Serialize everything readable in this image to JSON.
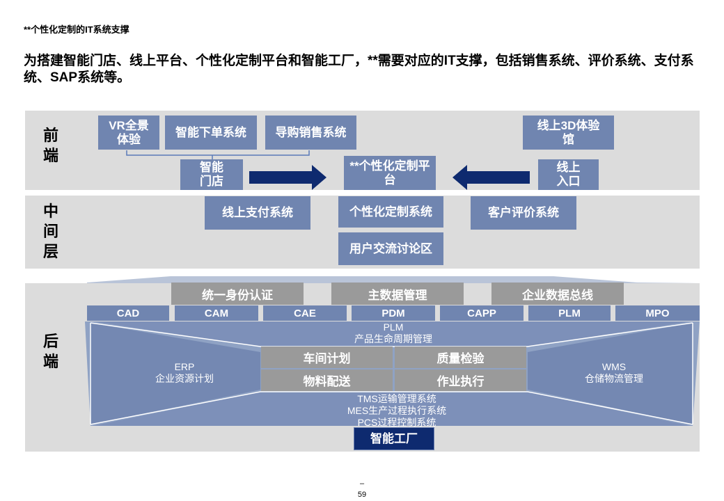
{
  "header": {
    "subtitle": "**个性化定制的IT系统支撑",
    "headline": "为搭建智能门店、线上平台、个性化定制平台和智能工厂，**需要对应的IT支撑，包括销售系统、评价系统、支付系统、SAP系统等。"
  },
  "front": {
    "label": "前端",
    "vr": "VR全景体验",
    "order": "智能下单系统",
    "guide": "导购销售系统",
    "online3d": "线上3D体验馆",
    "store": "智能门店",
    "platform": "**个性化定制平台",
    "entry": "线上入口"
  },
  "middle": {
    "label": "中间层",
    "pay": "线上支付系统",
    "custom": "个性化定制系统",
    "review": "客户评价系统",
    "forum": "用户交流讨论区"
  },
  "back": {
    "label": "后端",
    "top_bars": [
      "统一身份认证",
      "主数据管理",
      "企业数据总线"
    ],
    "tools": [
      "CAD",
      "CAM",
      "CAE",
      "PDM",
      "CAPP",
      "PLM",
      "MPO"
    ],
    "plm_title": "PLM",
    "plm_sub": "产品生命周期管理",
    "erp_title": "ERP",
    "erp_sub": "企业资源计划",
    "wms_title": "WMS",
    "wms_sub": "仓储物流管理",
    "modules": [
      "车间计划",
      "质量检验",
      "物料配送",
      "作业执行"
    ],
    "tms": "TMS运输管理系统",
    "mes": "MES生产过程执行系统",
    "pcs": "PCS过程控制系统",
    "factory": "智能工厂"
  },
  "footer": {
    "dash": "–",
    "page": "59"
  }
}
